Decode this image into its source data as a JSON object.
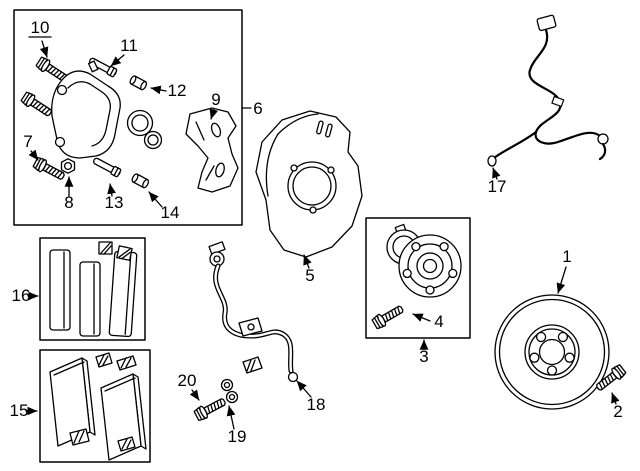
{
  "diagram": {
    "background_color": "#ffffff",
    "line_color": "#000000",
    "callouts": {
      "1": "1",
      "2": "2",
      "3": "3",
      "4": "4",
      "5": "5",
      "6": "6",
      "7": "7",
      "8": "8",
      "9": "9",
      "10": "10",
      "11": "11",
      "12": "12",
      "13": "13",
      "14": "14",
      "15": "15",
      "16": "16",
      "17": "17",
      "18": "18",
      "19": "19",
      "20": "20"
    }
  }
}
